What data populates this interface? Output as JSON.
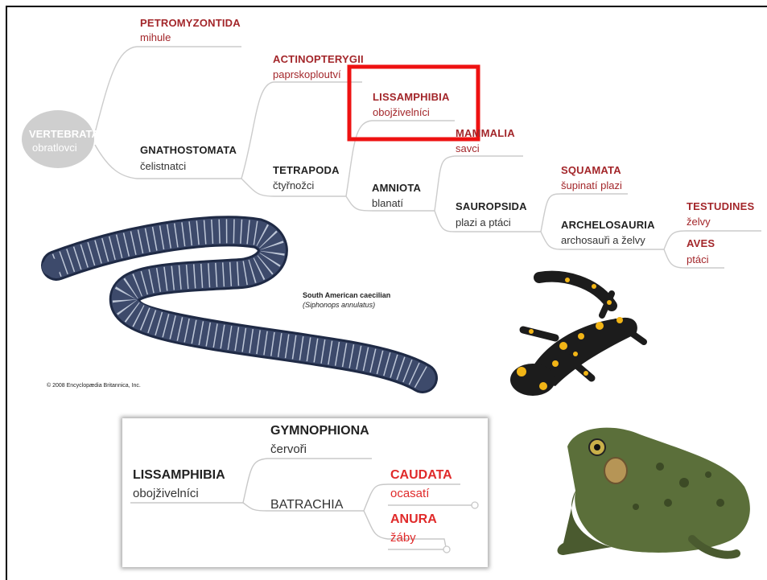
{
  "root": {
    "name": "VERTEBRATA",
    "sub": "obratlovci"
  },
  "taxa": {
    "petromyzontida": {
      "name": "PETROMYZONTIDA",
      "sub": "mihule"
    },
    "gnathostomata": {
      "name": "GNATHOSTOMATA",
      "sub": "čelistnatci"
    },
    "actinopterygii": {
      "name": "ACTINOPTERYGII",
      "sub": "paprskoploutví"
    },
    "tetrapoda": {
      "name": "TETRAPODA",
      "sub": "čtyřnožci"
    },
    "lissamphibia": {
      "name": "LISSAMPHIBIA",
      "sub": "obojživelníci"
    },
    "amniota": {
      "name": "AMNIOTA",
      "sub": "blanatí"
    },
    "mammalia": {
      "name": "MAMMALIA",
      "sub": "savci"
    },
    "sauropsida": {
      "name": "SAUROPSIDA",
      "sub": "plazi a ptáci"
    },
    "squamata": {
      "name": "SQUAMATA",
      "sub": "šupinatí plazi"
    },
    "archelosauria": {
      "name": "ARCHELOSAURIA",
      "sub": "archosauři a želvy"
    },
    "testudines": {
      "name": "TESTUDINES",
      "sub": "želvy"
    },
    "aves": {
      "name": "AVES",
      "sub": "ptáci"
    }
  },
  "highlight": {
    "color": "#ee1111",
    "target": "LISSAMPHIBIA"
  },
  "caecilian": {
    "caption_common": "South American caecilian",
    "caption_latin": "(Siphonops annulatus)",
    "credit": "© 2008 Encyclopædia Britannica, Inc."
  },
  "inset": {
    "root": {
      "name": "LISSAMPHIBIA",
      "sub": "obojživelníci"
    },
    "gymnophiona": {
      "name": "GYMNOPHIONA",
      "sub": "červoři"
    },
    "batrachia": {
      "name": "BATRACHIA"
    },
    "caudata": {
      "name": "CAUDATA",
      "sub": "ocasatí"
    },
    "anura": {
      "name": "ANURA",
      "sub": "žáby"
    }
  },
  "colors": {
    "taxon_red": "#a3262a",
    "inset_red": "#e02a2a",
    "root_node": "#cfcfcf",
    "branch_line": "#cccccc",
    "caecilian_body": "#3d4a6b",
    "salamander_body": "#1c1c1c",
    "salamander_spots": "#f2b516",
    "frog_body": "#5b6f3a"
  },
  "icons": [
    "caecilian-illustration",
    "salamander-photo",
    "frog-photo"
  ]
}
